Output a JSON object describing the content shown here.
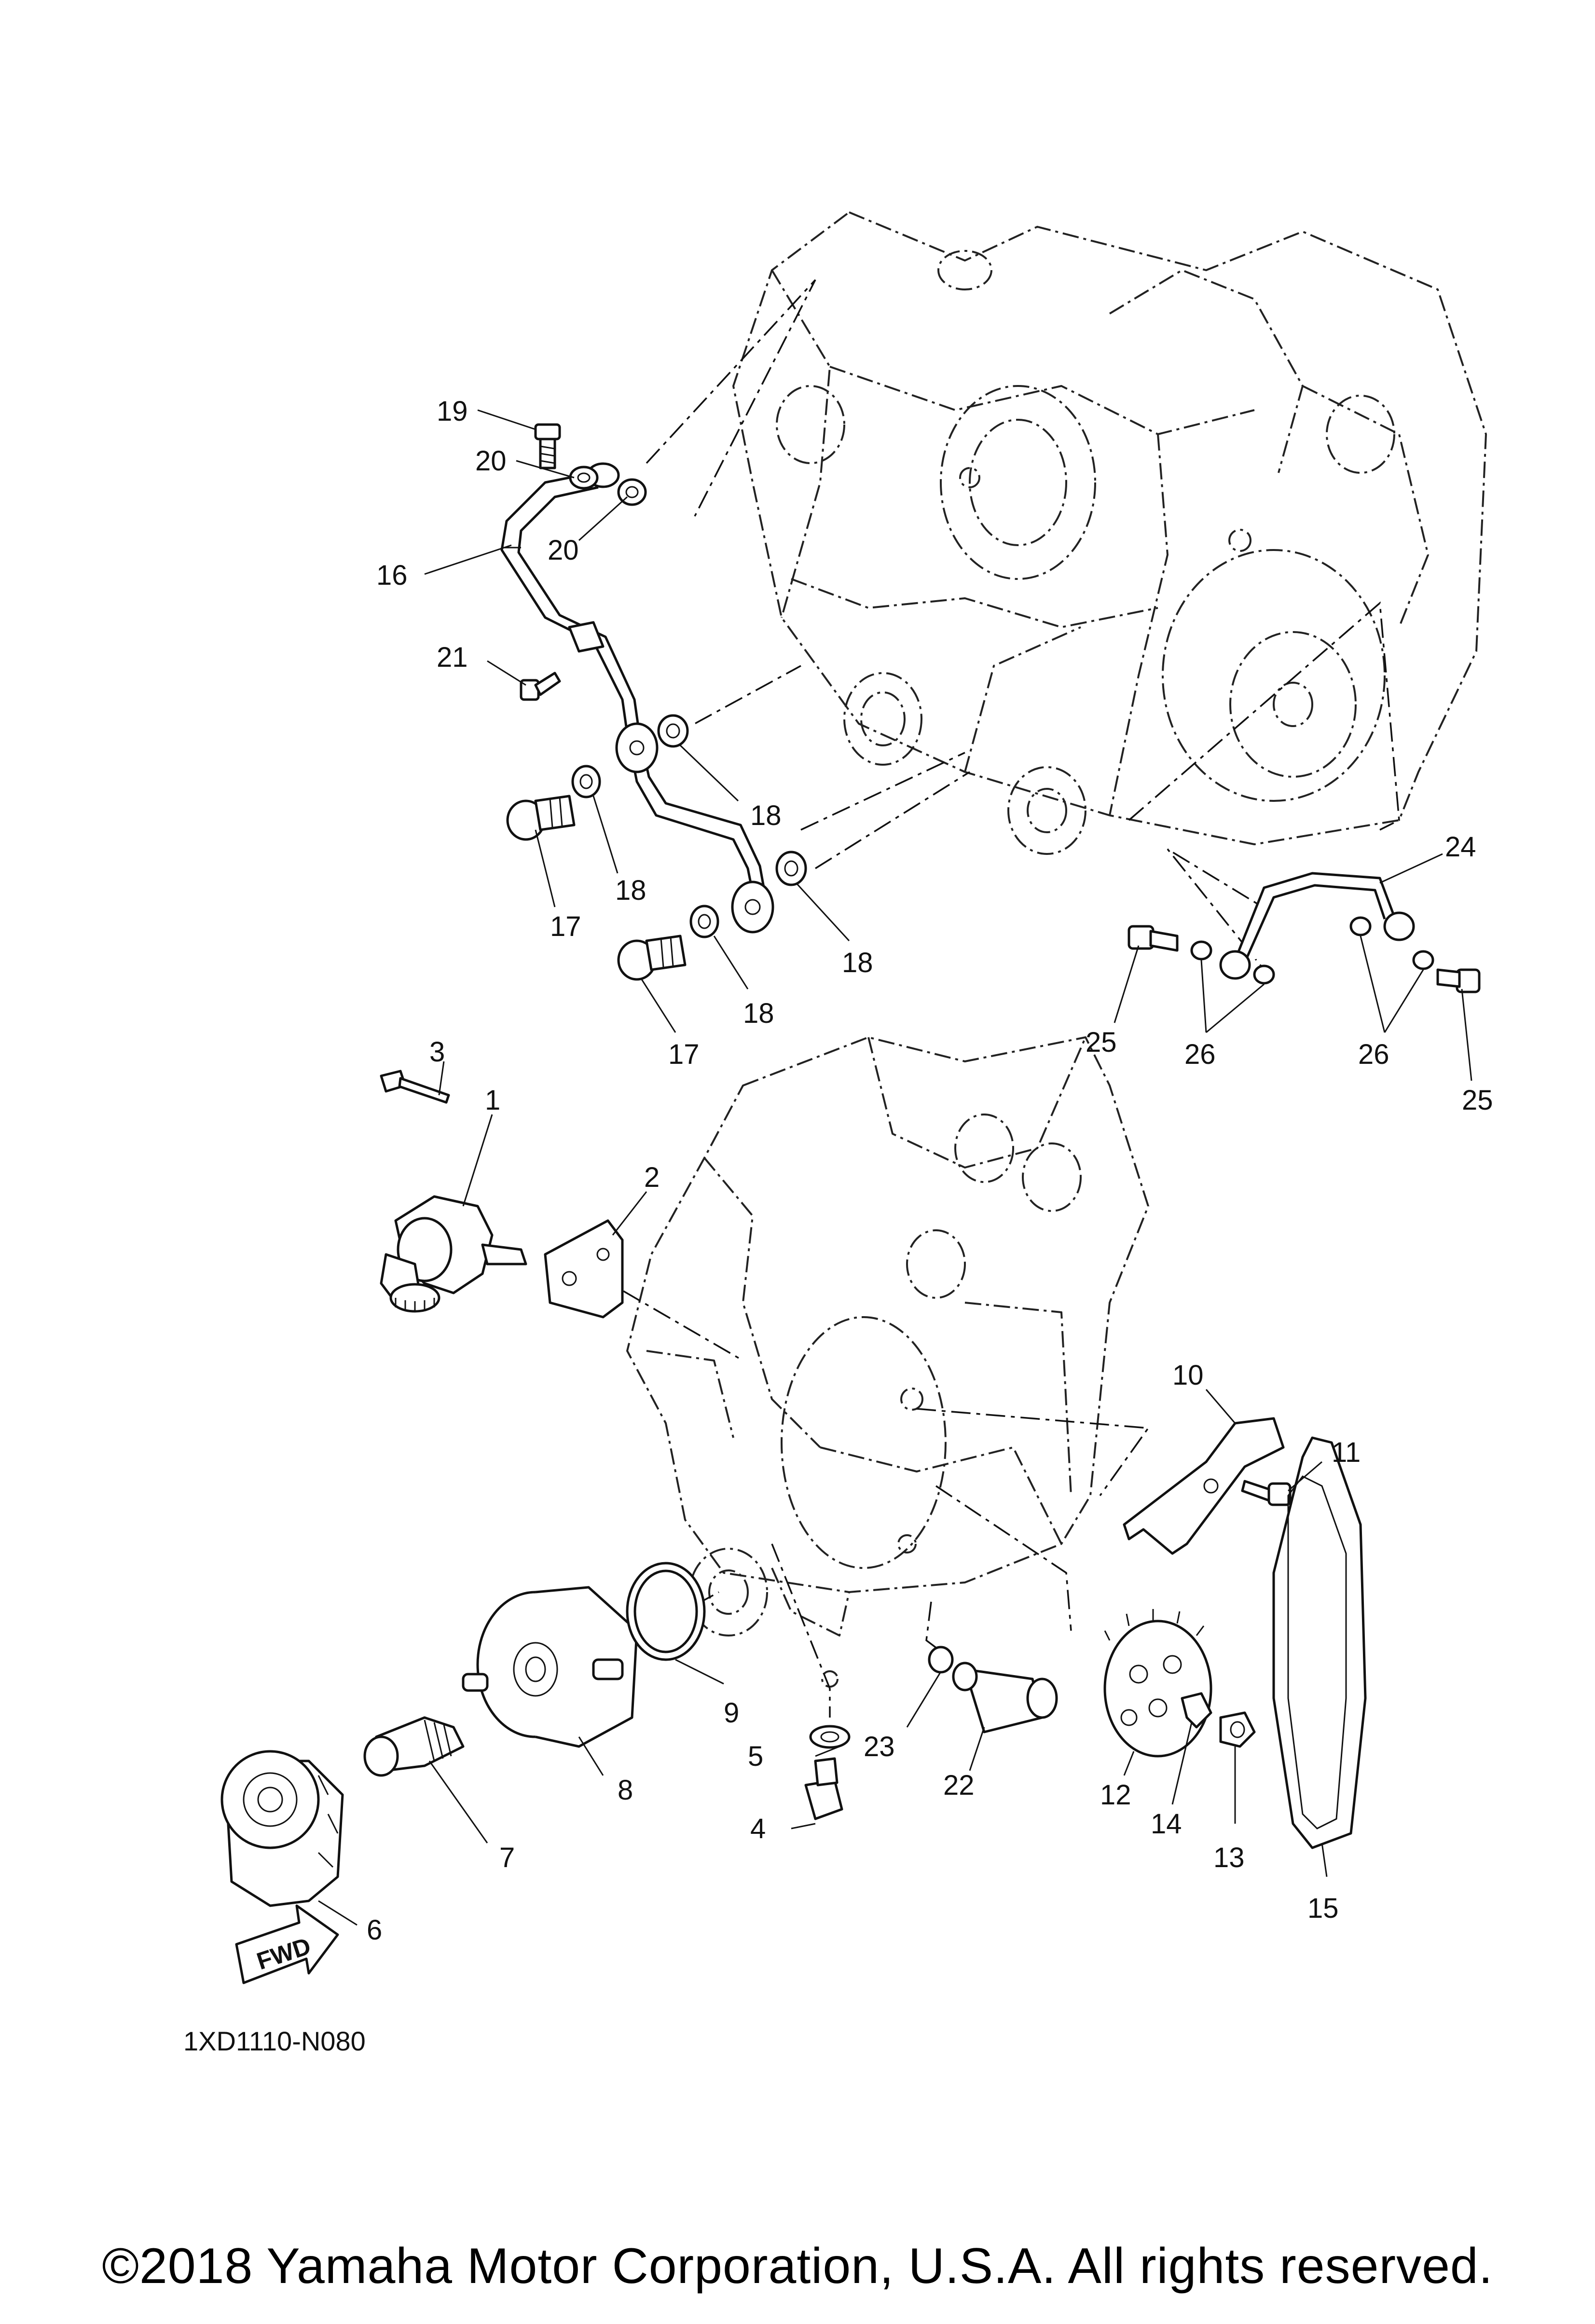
{
  "diagram": {
    "code": "1XD1110-N080",
    "fwd_label": "FWD",
    "copyright": "©2018 Yamaha Motor Corporation, U.S.A. All rights reserved.",
    "callouts": {
      "c1": "1",
      "c2": "2",
      "c3": "3",
      "c4": "4",
      "c5": "5",
      "c6": "6",
      "c7": "7",
      "c8": "8",
      "c9": "9",
      "c10": "10",
      "c11": "11",
      "c12": "12",
      "c13": "13",
      "c14": "14",
      "c15": "15",
      "c16": "16",
      "c17a": "17",
      "c17b": "17",
      "c18a": "18",
      "c18b": "18",
      "c18c": "18",
      "c18d": "18",
      "c19": "19",
      "c20a": "20",
      "c20b": "20",
      "c21": "21",
      "c22": "22",
      "c23": "23",
      "c24": "24",
      "c25a": "25",
      "c25b": "25",
      "c26a": "26",
      "c26b": "26"
    }
  }
}
